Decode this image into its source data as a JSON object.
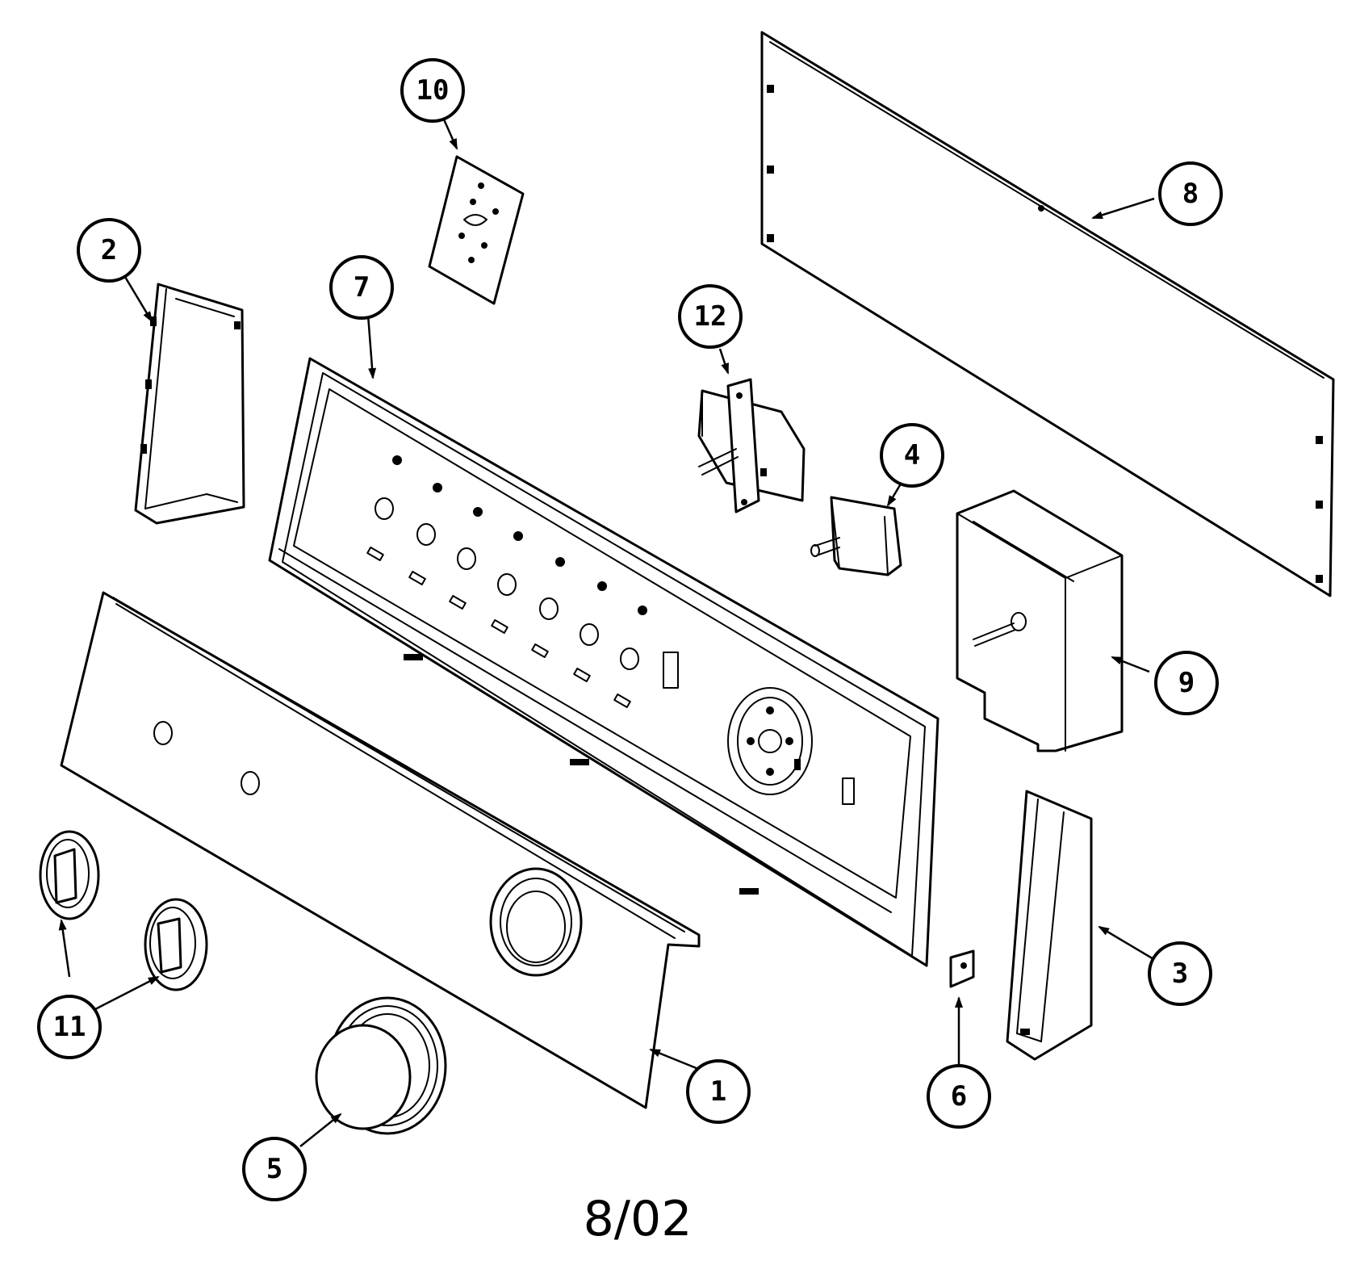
{
  "diagram": {
    "date_code": "8/02",
    "callouts": [
      {
        "id": "1",
        "label": "1"
      },
      {
        "id": "2",
        "label": "2"
      },
      {
        "id": "3",
        "label": "3"
      },
      {
        "id": "4",
        "label": "4"
      },
      {
        "id": "5",
        "label": "5"
      },
      {
        "id": "6",
        "label": "6"
      },
      {
        "id": "7",
        "label": "7"
      },
      {
        "id": "8",
        "label": "8"
      },
      {
        "id": "9",
        "label": "9"
      },
      {
        "id": "10",
        "label": "10"
      },
      {
        "id": "11",
        "label": "11"
      },
      {
        "id": "12",
        "label": "12"
      }
    ]
  }
}
